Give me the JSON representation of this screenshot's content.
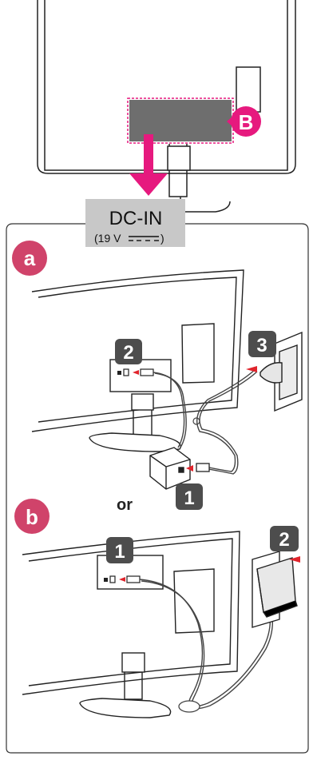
{
  "label": {
    "line1": "DC-IN",
    "line2": "(19 V ",
    "line2_end": ")"
  },
  "callouts": {
    "B": "B",
    "a": "a",
    "b": "b",
    "or": "or"
  },
  "steps_a": [
    "2",
    "3",
    "1"
  ],
  "steps_b": [
    "1",
    "2"
  ],
  "colors": {
    "magenta": "#e6197e",
    "section_badge": "#d0436a",
    "step_badge": "#4d4d4d",
    "panel_gray": "#6e6e6e",
    "label_bg": "#c8c8c8",
    "arrow_red": "#e0242c"
  }
}
